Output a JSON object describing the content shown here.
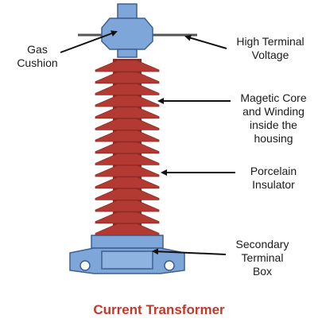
{
  "colors": {
    "insulator": "#b33a32",
    "insulator_dark": "#8e2a24",
    "metal_blue": "#7ea6d9",
    "metal_outline": "#3d5f91",
    "arrow": "#111111",
    "caption": "#c0392b"
  },
  "labels": {
    "gas_cushion": "Gas\nCushion",
    "high_terminal_voltage": "High Terminal\nVoltage",
    "magnetic_core": "Magetic Core\nand Winding\ninside the\nhousing",
    "porcelain_insulator": "Porcelain\nInsulator",
    "secondary_terminal_box": "Secondary\nTerminal\nBox"
  },
  "caption": "Current Transformer",
  "insulator_shed_count": 15
}
